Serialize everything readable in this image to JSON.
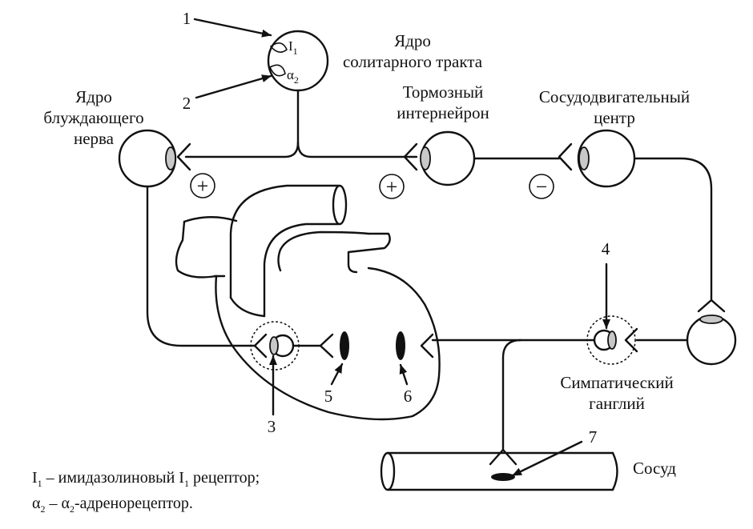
{
  "labels": {
    "solitary_nucleus": [
      "Ядро",
      "солитарного тракта"
    ],
    "vagus_nucleus": [
      "Ядро",
      "блуждающего",
      "нерва"
    ],
    "inhibitory_interneuron": [
      "Тормозный",
      "интернейрон"
    ],
    "vasomotor_center": [
      "Сосудодвигательный",
      "центр"
    ],
    "sympathetic_ganglion": [
      "Симпатический",
      "ганглий"
    ],
    "vessel": "Сосуд"
  },
  "receptor_symbols": {
    "i1": "I",
    "i1_sub": "1",
    "alpha2": "α",
    "alpha2_sub": "2"
  },
  "signs": {
    "vagus": "+",
    "interneuron": "+",
    "vasomotor": "−"
  },
  "numbers": [
    "1",
    "2",
    "3",
    "4",
    "5",
    "6",
    "7"
  ],
  "legend": {
    "line1": {
      "sym": "I",
      "sub": "1",
      "dash": " – имидазолиновый ",
      "sym2": "I",
      "sub2": "1",
      "rest": " рецептор;"
    },
    "line2": {
      "sym": "α",
      "sub": "2",
      "dash": " – ",
      "sym2": "α",
      "sub2": "2",
      "rest": "-адренорецептор."
    }
  }
}
